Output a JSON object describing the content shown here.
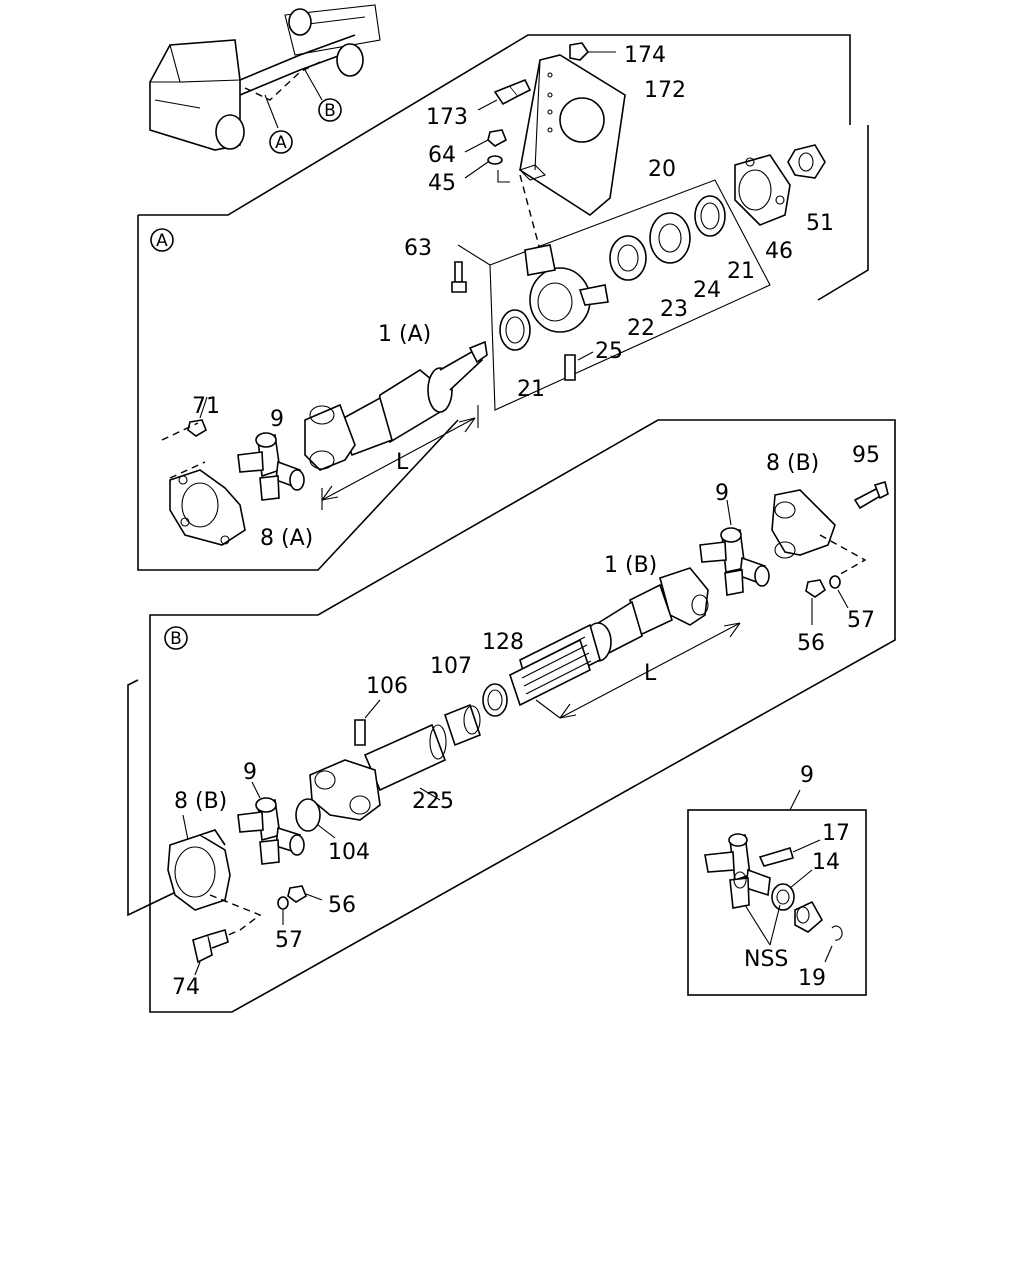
{
  "callouts": {
    "view_a": "A",
    "view_b": "B",
    "truck_a": "A",
    "truck_b": "B"
  },
  "labels": {
    "p174": "174",
    "p172": "172",
    "p173": "173",
    "p64": "64",
    "p45": "45",
    "p20": "20",
    "p51": "51",
    "p46": "46",
    "p63": "63",
    "p21_top": "21",
    "p24": "24",
    "p23": "23",
    "p22": "22",
    "p25": "25",
    "p21_bot": "21",
    "p1a": "1 (A)",
    "p71": "71",
    "p9_a": "9",
    "l_a": "L",
    "p8a": "8 (A)",
    "p8b_top": "8 (B)",
    "p95": "95",
    "p9_b1": "9",
    "p1b": "1 (B)",
    "p56_top": "56",
    "p57_top": "57",
    "p128": "128",
    "p107": "107",
    "l_b": "L",
    "p106": "106",
    "p9_b2": "9",
    "p8b_bot": "8 (B)",
    "p225": "225",
    "p104": "104",
    "p56_bot": "56",
    "p57_bot": "57",
    "p74": "74",
    "p9_inset": "9",
    "p17": "17",
    "p14": "14",
    "nss": "NSS",
    "p19": "19"
  }
}
